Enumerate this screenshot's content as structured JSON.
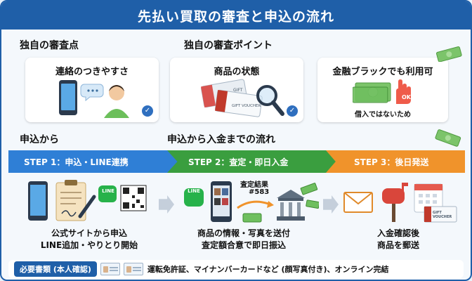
{
  "header": {
    "title": "先払い買取の審査と申込の流れ"
  },
  "review_points": {
    "left_label": "独自の審査点",
    "right_label": "独自の審査ポイント",
    "cards": [
      {
        "title": "連絡のつきやすさ",
        "icon": "phone-chat-person"
      },
      {
        "title": "商品の状態",
        "icon": "gift-voucher-magnifier"
      },
      {
        "title": "金融ブラックでも利用可",
        "icon": "money-ok-hand",
        "note": "借入ではないため",
        "ok_text": "OK"
      }
    ]
  },
  "flow": {
    "left_label": "申込から",
    "right_label": "申込から入金までの流れ",
    "steps": [
      {
        "label": "STEP 1：申込・LINE連携",
        "color": "#2f7fd6"
      },
      {
        "label": "STEP 2：査定・即日入金",
        "color": "#3a9e3f"
      },
      {
        "label": "STEP 3：後日発送",
        "color": "#f0932b"
      }
    ],
    "line_badge": "LINE",
    "result": {
      "label": "査定結果",
      "number": "#583"
    },
    "voucher_text": "GIFT VOUCHER",
    "gift_text": "GIFT",
    "captions": [
      {
        "line1": "公式サイトから申込",
        "line2": "LINE追加・やりとり開始"
      },
      {
        "line1": "商品の情報・写真を送付",
        "line2": "査定額合意で即日振込"
      },
      {
        "line1": "入金確認後",
        "line2": "商品を郵送"
      }
    ]
  },
  "footer": {
    "badge": "必要書類 (本人確認)",
    "text": "運転免許証、マイナンバーカードなど (顔写真付き)、オンライン完結"
  },
  "colors": {
    "primary": "#1f5fa8",
    "step1": "#2f7fd6",
    "step2": "#3a9e3f",
    "step3": "#f0932b",
    "money": "#6fbf5f"
  }
}
